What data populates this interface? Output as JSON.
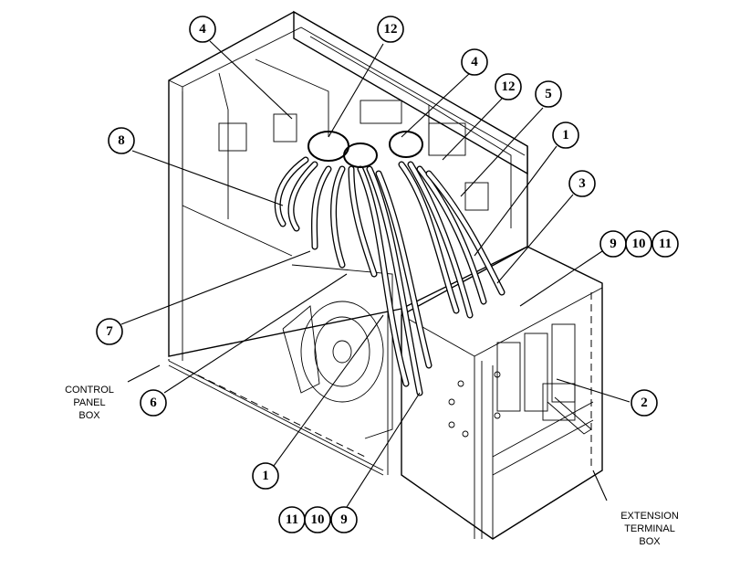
{
  "labels": {
    "control_panel_box": [
      "CONTROL",
      "PANEL",
      "BOX"
    ],
    "extension_terminal_box": [
      "EXTENSION",
      "TERMINAL",
      "BOX"
    ]
  },
  "callouts": {
    "c4a": "4",
    "c12a": "12",
    "c4b": "4",
    "c12b": "12",
    "c5": "5",
    "c8": "8",
    "c1a": "1",
    "c3": "3",
    "c9a": "9",
    "c10a": "10",
    "c11a": "11",
    "c7": "7",
    "c6": "6",
    "c2": "2",
    "c1b": "1",
    "c11b": "11",
    "c10b": "10",
    "c9b": "9"
  }
}
